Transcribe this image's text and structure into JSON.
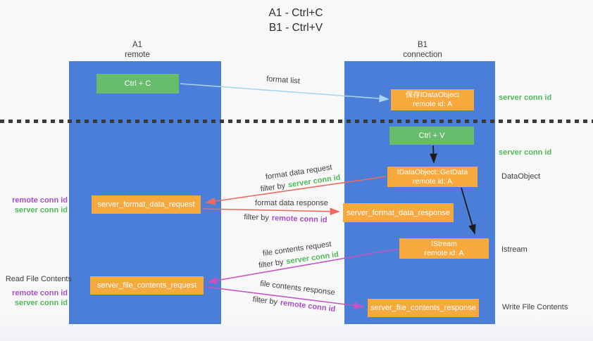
{
  "title": {
    "line1": "A1 - Ctrl+C",
    "line2": "B1 - Ctrl+V"
  },
  "lifelines": {
    "left": {
      "id": "A1",
      "name": "remote"
    },
    "right": {
      "id": "B1",
      "name": "connection"
    }
  },
  "nodes": {
    "ctrl_c": "Ctrl + C",
    "ctrl_v": "Ctrl + V",
    "save_idataobject": {
      "line1": "保存IDataObject",
      "line2": "remote id: A"
    },
    "getdata": {
      "line1": "IDataObject::GetData",
      "line2": "remote id: A"
    },
    "istream": {
      "line1": "IStream",
      "line2": "remote id: A"
    },
    "format_request": "server_format_data_request",
    "format_response": "server_format_data_response",
    "file_request": "server_file_contents_request",
    "file_response": "server_file_contents_response"
  },
  "edges": {
    "format_list": "format list",
    "format_data_request": "format data request",
    "format_data_response": "format data response",
    "file_contents_request": "file contents request",
    "file_contents_response": "file contents response",
    "filter_by": "filter by",
    "server_conn_id": "server conn id",
    "remote_conn_id": "remote conn id"
  },
  "annotations": {
    "server_conn_id_top": "server conn id",
    "server_conn_id_mid": "server conn id",
    "dataobject": "DataObject",
    "istream": "Istream",
    "write_file_contents": "Write File Contents",
    "read_file_contents": "Read File Contents",
    "remote_conn_id": "remote conn id",
    "server_conn_id": "server conn id"
  },
  "colors": {
    "lifeline_blue": "#4a7ed8",
    "action_green": "#68bd6d",
    "message_orange": "#f7a93e",
    "format_list_arrow": "#a8d4f2",
    "format_arrow_red": "#ee6a5f",
    "file_arrow_magenta": "#c454c0",
    "server_id_text": "#53b85a",
    "remote_id_text": "#a84fc3"
  }
}
